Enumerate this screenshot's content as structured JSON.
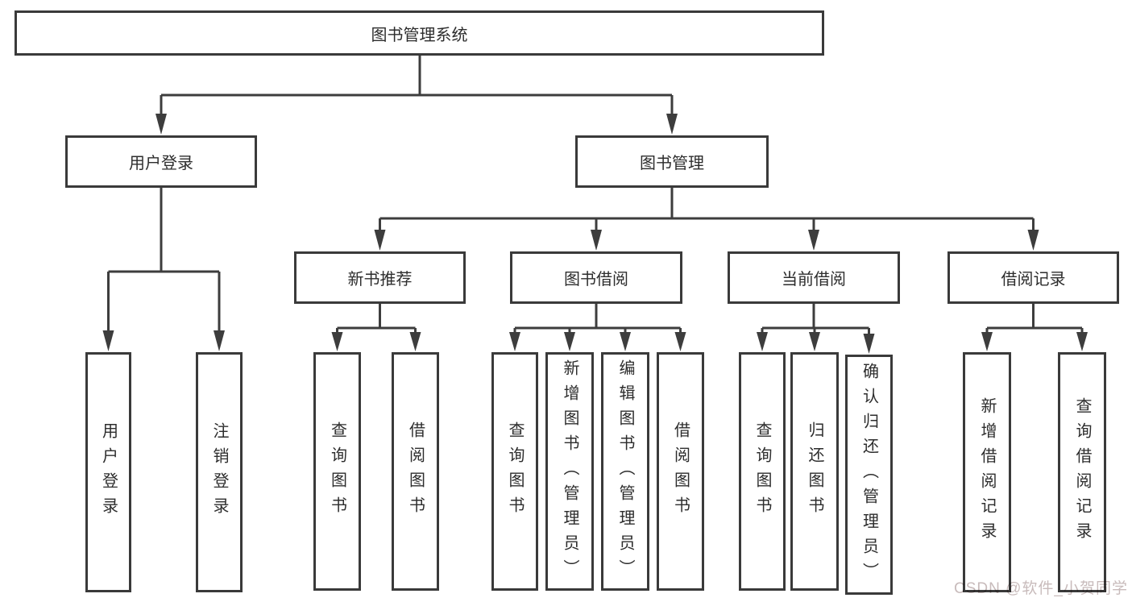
{
  "tree": {
    "root": {
      "label": "图书管理系统"
    },
    "level1": [
      {
        "label": "用户登录",
        "children": [
          {
            "label": "用户登录"
          },
          {
            "label": "注销登录"
          }
        ]
      },
      {
        "label": "图书管理",
        "children": [
          {
            "label": "新书推荐",
            "children": [
              {
                "label": "查询图书"
              },
              {
                "label": "借阅图书"
              }
            ]
          },
          {
            "label": "图书借阅",
            "children": [
              {
                "label": "查询图书"
              },
              {
                "label": "新增图书（管理员）"
              },
              {
                "label": "编辑图书（管理员）"
              },
              {
                "label": "借阅图书"
              }
            ]
          },
          {
            "label": "当前借阅",
            "children": [
              {
                "label": "查询图书"
              },
              {
                "label": "归还图书"
              },
              {
                "label": "确认归还（管理员）"
              }
            ]
          },
          {
            "label": "借阅记录",
            "children": [
              {
                "label": "新增借阅记录"
              },
              {
                "label": "查询借阅记录"
              }
            ]
          }
        ]
      }
    ]
  },
  "watermark": {
    "text": "CSDN @软件_小贺同学"
  },
  "colors": {
    "line": "#3d3d3d",
    "box_border": "#3a3a3a",
    "text": "#2d2d2d",
    "watermark": "#c8bbbb",
    "background": "#ffffff"
  }
}
